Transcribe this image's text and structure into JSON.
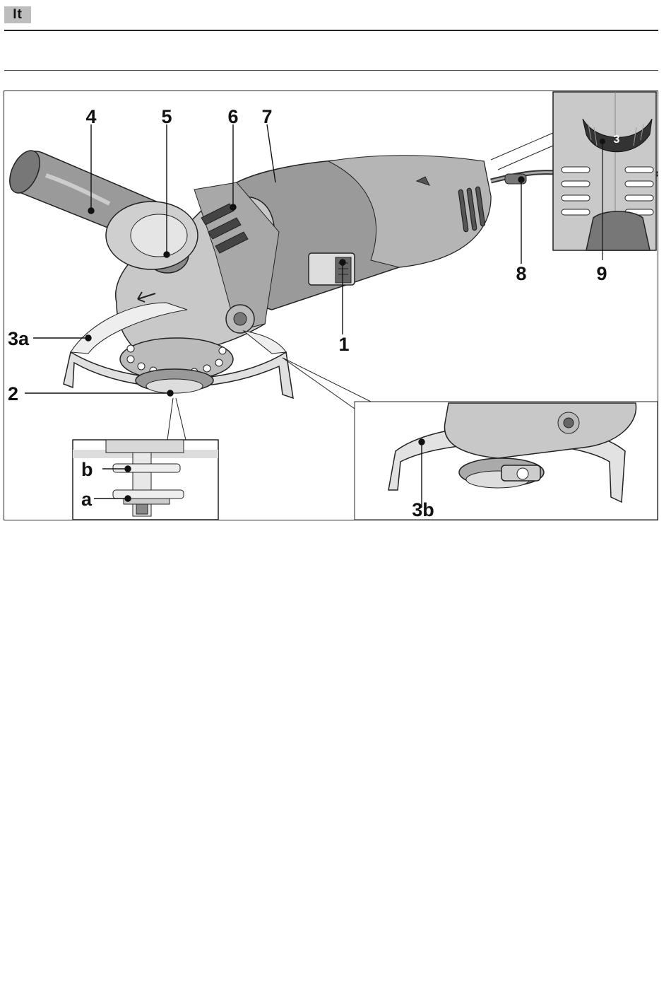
{
  "header": {
    "language_tag": "It"
  },
  "figure": {
    "callouts": {
      "c1": "1",
      "c2": "2",
      "c3a": "3a",
      "c3b": "3b",
      "c4": "4",
      "c5": "5",
      "c6": "6",
      "c7": "7",
      "c8": "8",
      "c9": "9",
      "ca": "a",
      "cb": "b"
    },
    "dial_value": "3"
  }
}
